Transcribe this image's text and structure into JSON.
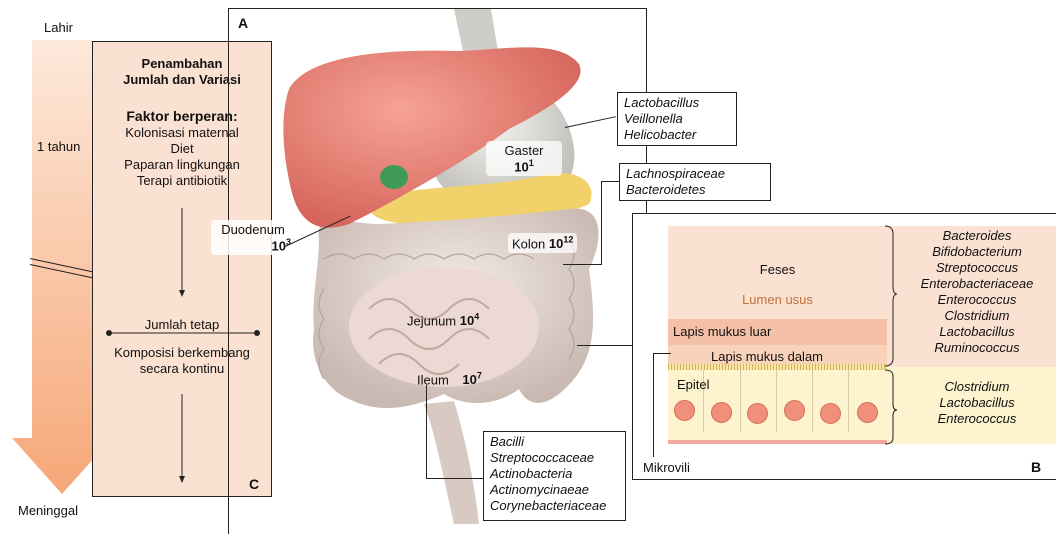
{
  "timeline": {
    "start_label": "Lahir",
    "year_label": "1 tahun",
    "end_label": "Meninggal",
    "arrow_color": "#f6b98f"
  },
  "panel_c": {
    "letter": "C",
    "heading_line1": "Penambahan",
    "heading_line2": "Jumlah dan Variasi",
    "factors_title": "Faktor berperan:",
    "factors": [
      "Kolonisasi maternal",
      "Diet",
      "Paparan lingkungan",
      "Terapi antibiotik"
    ],
    "stable_label": "Jumlah tetap",
    "evolve_line1": "Komposisi berkembang",
    "evolve_line2": "secara kontinu",
    "bg_color": "#fbe1d2"
  },
  "panel_a": {
    "letter": "A",
    "organs": {
      "gaster": {
        "name": "Gaster",
        "count": "10",
        "exp": "1"
      },
      "duodenum": {
        "name": "Duodenum",
        "count": "10",
        "exp": "3"
      },
      "kolon": {
        "name": "Kolon",
        "count": "10",
        "exp": "12"
      },
      "jejunum": {
        "name": "Jejunum",
        "count": "10",
        "exp": "4"
      },
      "ileum": {
        "name": "Ileum",
        "count": "10",
        "exp": "7"
      }
    },
    "bacteria_gaster": [
      "Lactobacillus",
      "Veillonella",
      "Helicobacter"
    ],
    "bacteria_kolon": [
      "Lachnospiraceae",
      "Bacteroidetes"
    ],
    "bacteria_ileum": [
      "Bacilli",
      "Streptococcaceae",
      "Actinobacteria",
      "Actinomycinaeae",
      "Corynebacteriaceae"
    ]
  },
  "panel_b": {
    "letter": "B",
    "feses": "Feses",
    "lumen": "Lumen usus",
    "outer_mucus": "Lapis mukus luar",
    "inner_mucus": "Lapis mukus dalam",
    "epitel": "Epitel",
    "mikrovili": "Mikrovili",
    "lumen_bacteria": [
      "Bacteroides",
      "Bifidobacterium",
      "Streptococcus",
      "Enterobacteriaceae",
      "Enterococcus",
      "Clostridium",
      "Lactobacillus",
      "Ruminococcus"
    ],
    "epitel_bacteria": [
      "Clostridium",
      "Lactobacillus",
      "Enterococcus"
    ],
    "lumen_color": "#fbe1d2",
    "lumen_text_color": "#c0703a",
    "epitel_color": "#fdf4cf"
  }
}
